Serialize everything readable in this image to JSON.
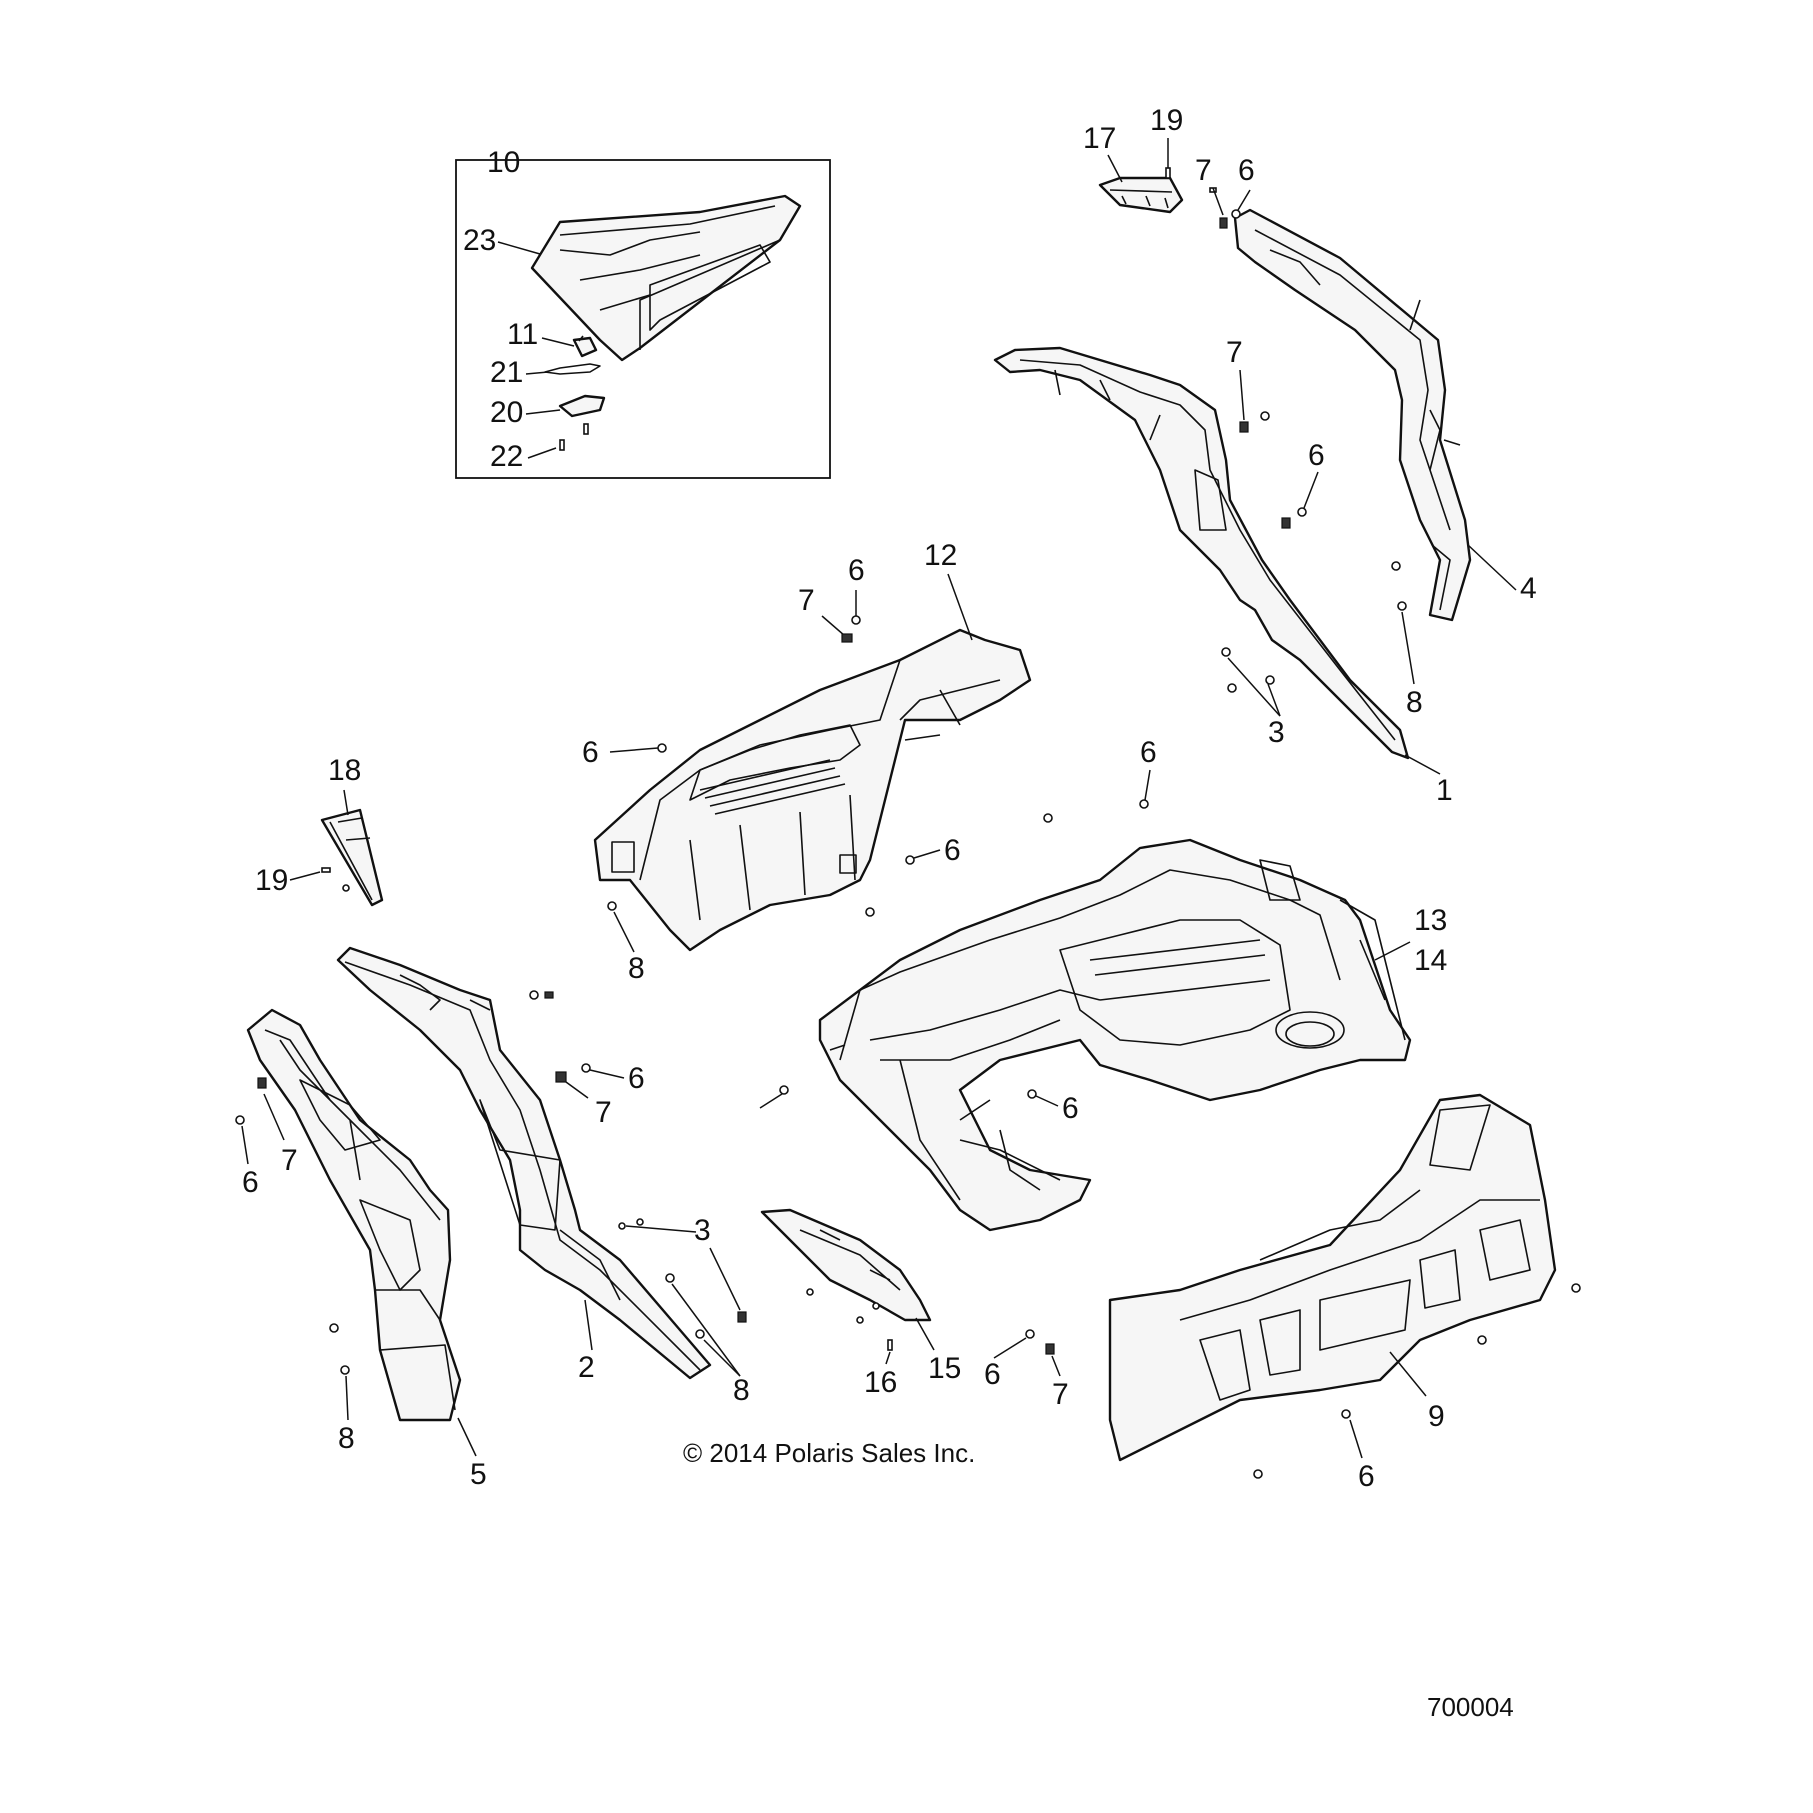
{
  "diagram": {
    "copyright": "© 2014 Polaris Sales Inc.",
    "figure_number": "700004",
    "callouts": {
      "c1": "1",
      "c2": "2",
      "c3a": "3",
      "c3b": "3",
      "c4": "4",
      "c5": "5",
      "c6a": "6",
      "c6b": "6",
      "c6c": "6",
      "c6d": "6",
      "c6e": "6",
      "c6f": "6",
      "c6g": "6",
      "c6h": "6",
      "c6i": "6",
      "c6j": "6",
      "c6k": "6",
      "c7a": "7",
      "c7b": "7",
      "c7c": "7",
      "c7d": "7",
      "c7e": "7",
      "c7f": "7",
      "c8a": "8",
      "c8b": "8",
      "c8c": "8",
      "c8d": "8",
      "c9": "9",
      "c10": "10",
      "c11": "11",
      "c12": "12",
      "c13": "13",
      "c14": "14",
      "c15": "15",
      "c16": "16",
      "c17": "17",
      "c18": "18",
      "c19a": "19",
      "c19b": "19",
      "c20": "20",
      "c21": "21",
      "c22": "22",
      "c23": "23"
    }
  }
}
